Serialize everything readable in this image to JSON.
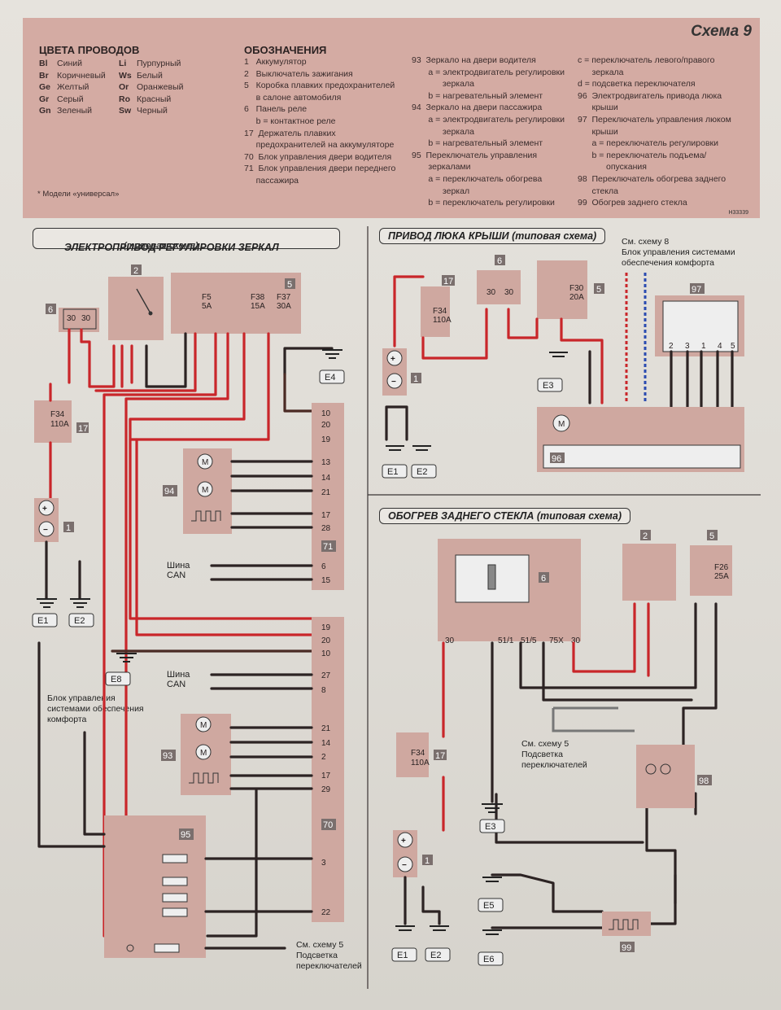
{
  "scheme_title": "Схема 9",
  "wire_colors": {
    "heading": "ЦВЕТА ПРОВОДОВ",
    "items": [
      {
        "code": "Bl",
        "name": "Синий"
      },
      {
        "code": "Br",
        "name": "Коричневый"
      },
      {
        "code": "Ge",
        "name": "Желтый"
      },
      {
        "code": "Gr",
        "name": "Серый"
      },
      {
        "code": "Gn",
        "name": "Зеленый"
      },
      {
        "code": "Li",
        "name": "Пурпурный"
      },
      {
        "code": "Ws",
        "name": "Белый"
      },
      {
        "code": "Or",
        "name": "Оранжевый"
      },
      {
        "code": "Ro",
        "name": "Красный"
      },
      {
        "code": "Sw",
        "name": "Черный"
      }
    ],
    "footnote": "* Модели «универсал»"
  },
  "designations": {
    "heading": "ОБОЗНАЧЕНИЯ",
    "col1": "1   Аккумулятор\n2   Выключатель зажигания\n5   Коробка плавких предохранителей\n     в салоне автомобиля\n6   Панель реле\n     b = контактное реле\n17  Держатель плавких\n     предохранителей на аккумуляторе\n70  Блок управления двери водителя\n71  Блок управления двери переднего\n     пассажира",
    "col2": "93  Зеркало на двери водителя\n       a = электродвигатель регулировки\n             зеркала\n       b = нагревательный элемент\n94  Зеркало на двери пассажира\n       a = электродвигатель регулировки\n             зеркала\n       b = нагревательный элемент\n95  Переключатель управления\n       зеркалами\n       a = переключатель обогрева\n             зеркал\n       b = переключатель регулировки",
    "col3": "c = переключатель левого/правого\n      зеркала\nd = подсветка переключателя\n96  Электродвигатель привода люка\n      крыши\n97  Переключатель управления люком\n      крыши\n      a = переключатель регулировки\n      b = переключатель подъема/\n            опускания\n98  Переключатель обогрева заднего\n      стекла\n99  Обогрев заднего стекла",
    "code": "H33339"
  },
  "sections": {
    "mirrors": {
      "title": "ЭЛЕКТРОПРИВОД РЕГУЛИРОВКИ ЗЕРКАЛ",
      "subtitle": "(типовая схема)"
    },
    "sunroof": {
      "title": "ПРИВОД ЛЮКА КРЫШИ (типовая схема)",
      "note": "См. схему 8\nБлок управления системами\nобеспечения комфорта"
    },
    "rear_window": {
      "title": "ОБОГРЕВ ЗАДНЕГО СТЕКЛА (типовая схема)",
      "note": "См. схему 5\nПодсветка\nпереключателей"
    }
  },
  "labels": {
    "can_bus": "Шина\nCAN",
    "comfort_unit": "Блок управления\nсистемами обеспечения\nкомфорта",
    "backlight_note": "См. схему 5\nПодсветка\nпереключателей"
  },
  "components": {
    "battery": "1",
    "ignition": "2",
    "fusebox": "5",
    "relay_panel": "6",
    "fuse_holder": "17",
    "door_driver": "70",
    "door_pass": "71",
    "mirror_driver": "93",
    "mirror_pass": "94",
    "mirror_switch": "95",
    "sunroof_motor": "96",
    "sunroof_switch": "97",
    "rear_switch": "98",
    "rear_heater": "99"
  },
  "fuses": {
    "f5": "F5\n5A",
    "f38": "F38\n15A",
    "f37": "F37\n30A",
    "f34": "F34\n110A",
    "f30": "F30\n20A",
    "f26": "F26\n25A"
  },
  "grounds": [
    "E1",
    "E2",
    "E3",
    "E4",
    "E5",
    "E6",
    "E8"
  ]
}
